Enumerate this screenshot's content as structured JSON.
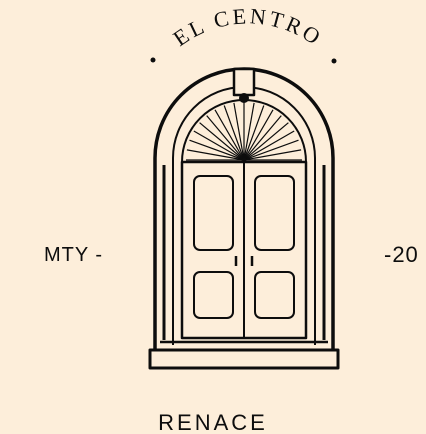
{
  "logo": {
    "arc_text": "EL CENTRO",
    "left_text": "MTY -",
    "right_text": "-20",
    "bottom_text": "RENACE"
  },
  "colors": {
    "background": "#FDEEDA",
    "ink": "#0D0D0D"
  },
  "icons": {
    "emblem": "arched-door-icon"
  }
}
